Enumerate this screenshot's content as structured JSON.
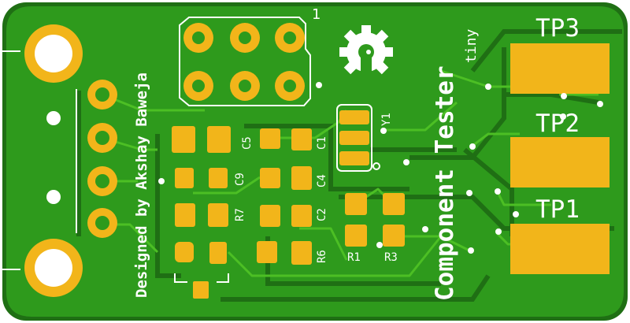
{
  "board": {
    "designer_text": "Designed by Akshay Baweja",
    "title_text": "Component Tester",
    "subtitle_text": "tiny",
    "header_pin1_label": "1",
    "colors": {
      "substrate": "#1f6f14",
      "copper_fill": "#2e9a1c",
      "trace": "#4cbf24",
      "pad_gold": "#f2b51a",
      "silkscreen": "#ffffff",
      "drill": "#ffffff"
    }
  },
  "test_points": [
    {
      "label": "TP3"
    },
    {
      "label": "TP2"
    },
    {
      "label": "TP1"
    }
  ],
  "component_labels": [
    {
      "ref": "C5"
    },
    {
      "ref": "C1"
    },
    {
      "ref": "C9"
    },
    {
      "ref": "C4"
    },
    {
      "ref": "R7"
    },
    {
      "ref": "C2"
    },
    {
      "ref": "R6"
    },
    {
      "ref": "R1"
    },
    {
      "ref": "R3"
    },
    {
      "ref": "Y1"
    }
  ],
  "icons": {
    "logo": "open-source-hardware-gear-icon"
  }
}
